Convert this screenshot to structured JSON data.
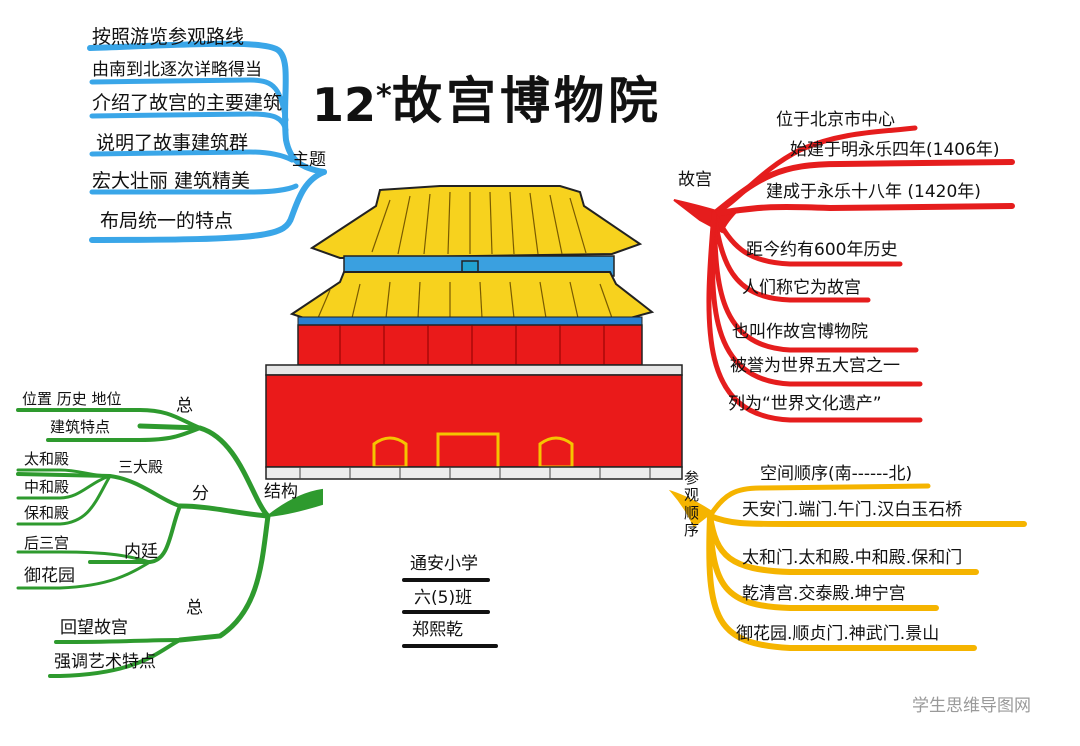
{
  "title": {
    "number": "12",
    "mark": "*",
    "text": "故宫博物院"
  },
  "topic_branch": {
    "label": "主题",
    "color": "#3aa6e8",
    "items": [
      "按照游览参观路线",
      "由南到北逐次详略得当",
      "介绍了故宫的主要建筑",
      "说明了故事建筑群",
      "宏大壮丽  建筑精美",
      "布局统一的特点"
    ]
  },
  "gugong_branch": {
    "label": "故宫",
    "color": "#e51d1d",
    "items": [
      "位于北京市中心",
      "始建于明永乐四年(1406年)",
      "建成于永乐十八年 (1420年)",
      "距今约有600年历史",
      "人们称它为故宫",
      "也叫作故宫博物院",
      "被誉为世界五大宫之一",
      "列为“世界文化遗产”"
    ]
  },
  "structure_branch": {
    "label": "结构",
    "color": "#2e9a2e",
    "zong1": {
      "label": "总",
      "items": [
        "位置 历史  地位",
        "建筑特点"
      ]
    },
    "fen": {
      "label": "分",
      "three_halls": {
        "label": "三大殿",
        "items": [
          "太和殿",
          "中和殿",
          "保和殿"
        ]
      },
      "inner": {
        "label": "内廷",
        "items": [
          "后三宫",
          "御花园"
        ]
      }
    },
    "zong2": {
      "label": "总",
      "items": [
        "回望故宫",
        "强调艺术特点"
      ]
    }
  },
  "visit_branch": {
    "label": "参观顺序",
    "color": "#f5b400",
    "items": [
      "空间顺序(南------北)",
      "天安门.端门.午门.汉白玉石桥",
      "太和门.太和殿.中和殿.保和门",
      "乾清宫.交泰殿.坤宁宫",
      "御花园.顺贞门.神武门.景山"
    ]
  },
  "signature": {
    "school": "通安小学",
    "class": "六(5)班",
    "name": "郑熙乾"
  },
  "watermark": "学生思维导图网"
}
